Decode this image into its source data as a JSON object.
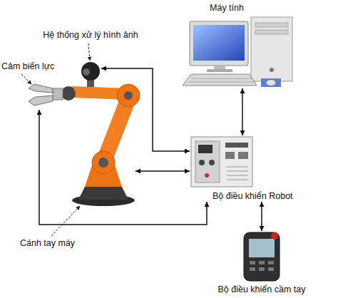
{
  "diagram": {
    "nodes": [
      {
        "text": [
          "Máy tính"
        ]
      },
      {
        "text": [
          "Hệ thống xử lý hình ảnh"
        ]
      },
      {
        "text": [
          "Cảm biến lực"
        ]
      },
      {
        "text": [
          "Bộ điều khiển Robot"
        ]
      },
      {
        "text": [
          "Cánh tay máy"
        ]
      },
      {
        "text": [
          "Bộ điều khiển cầm tay"
        ]
      }
    ],
    "edges": [
      {
        "from": 0,
        "to": 3,
        "arrow": "both"
      },
      {
        "from": 3,
        "to": 1,
        "arrow": "both"
      },
      {
        "from": 4,
        "to": 3,
        "arrow": "both"
      },
      {
        "from": 3,
        "to": 2,
        "arrow": "both"
      },
      {
        "from": 3,
        "to": 5,
        "arrow": "both"
      }
    ]
  }
}
